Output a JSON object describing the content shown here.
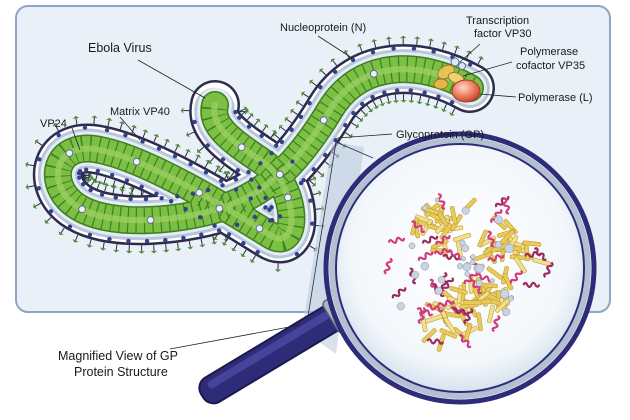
{
  "labels": {
    "ebola_virus": "Ebola Virus",
    "nucleoprotein": "Nucleoprotein (N)",
    "vp30_line1": "Transcription",
    "vp30_line2": "factor VP30",
    "vp35_line1": "Polymerase",
    "vp35_line2": "cofactor VP35",
    "polymerase": "Polymerase (L)",
    "vp24": "VP24",
    "matrix_vp40": "Matrix VP40",
    "glycoprotein": "Glycoprotein (GP)",
    "magnified_line1": "Magnified View of GP",
    "magnified_line2": "Protein Structure"
  },
  "colors": {
    "panel_bg": "#e9f0f8",
    "panel_border": "#8fa6c3",
    "capsid_green": "#74b83f",
    "capsid_dark": "#3e7f1f",
    "envelope": "#2d2d4a",
    "spike_green": "#4e8c2e",
    "polymerase": "#e8715a",
    "magnifier_handle": "#2e2c78",
    "helix_pink": "#d13b7e",
    "sheet_yellow": "#e8cb5a"
  }
}
